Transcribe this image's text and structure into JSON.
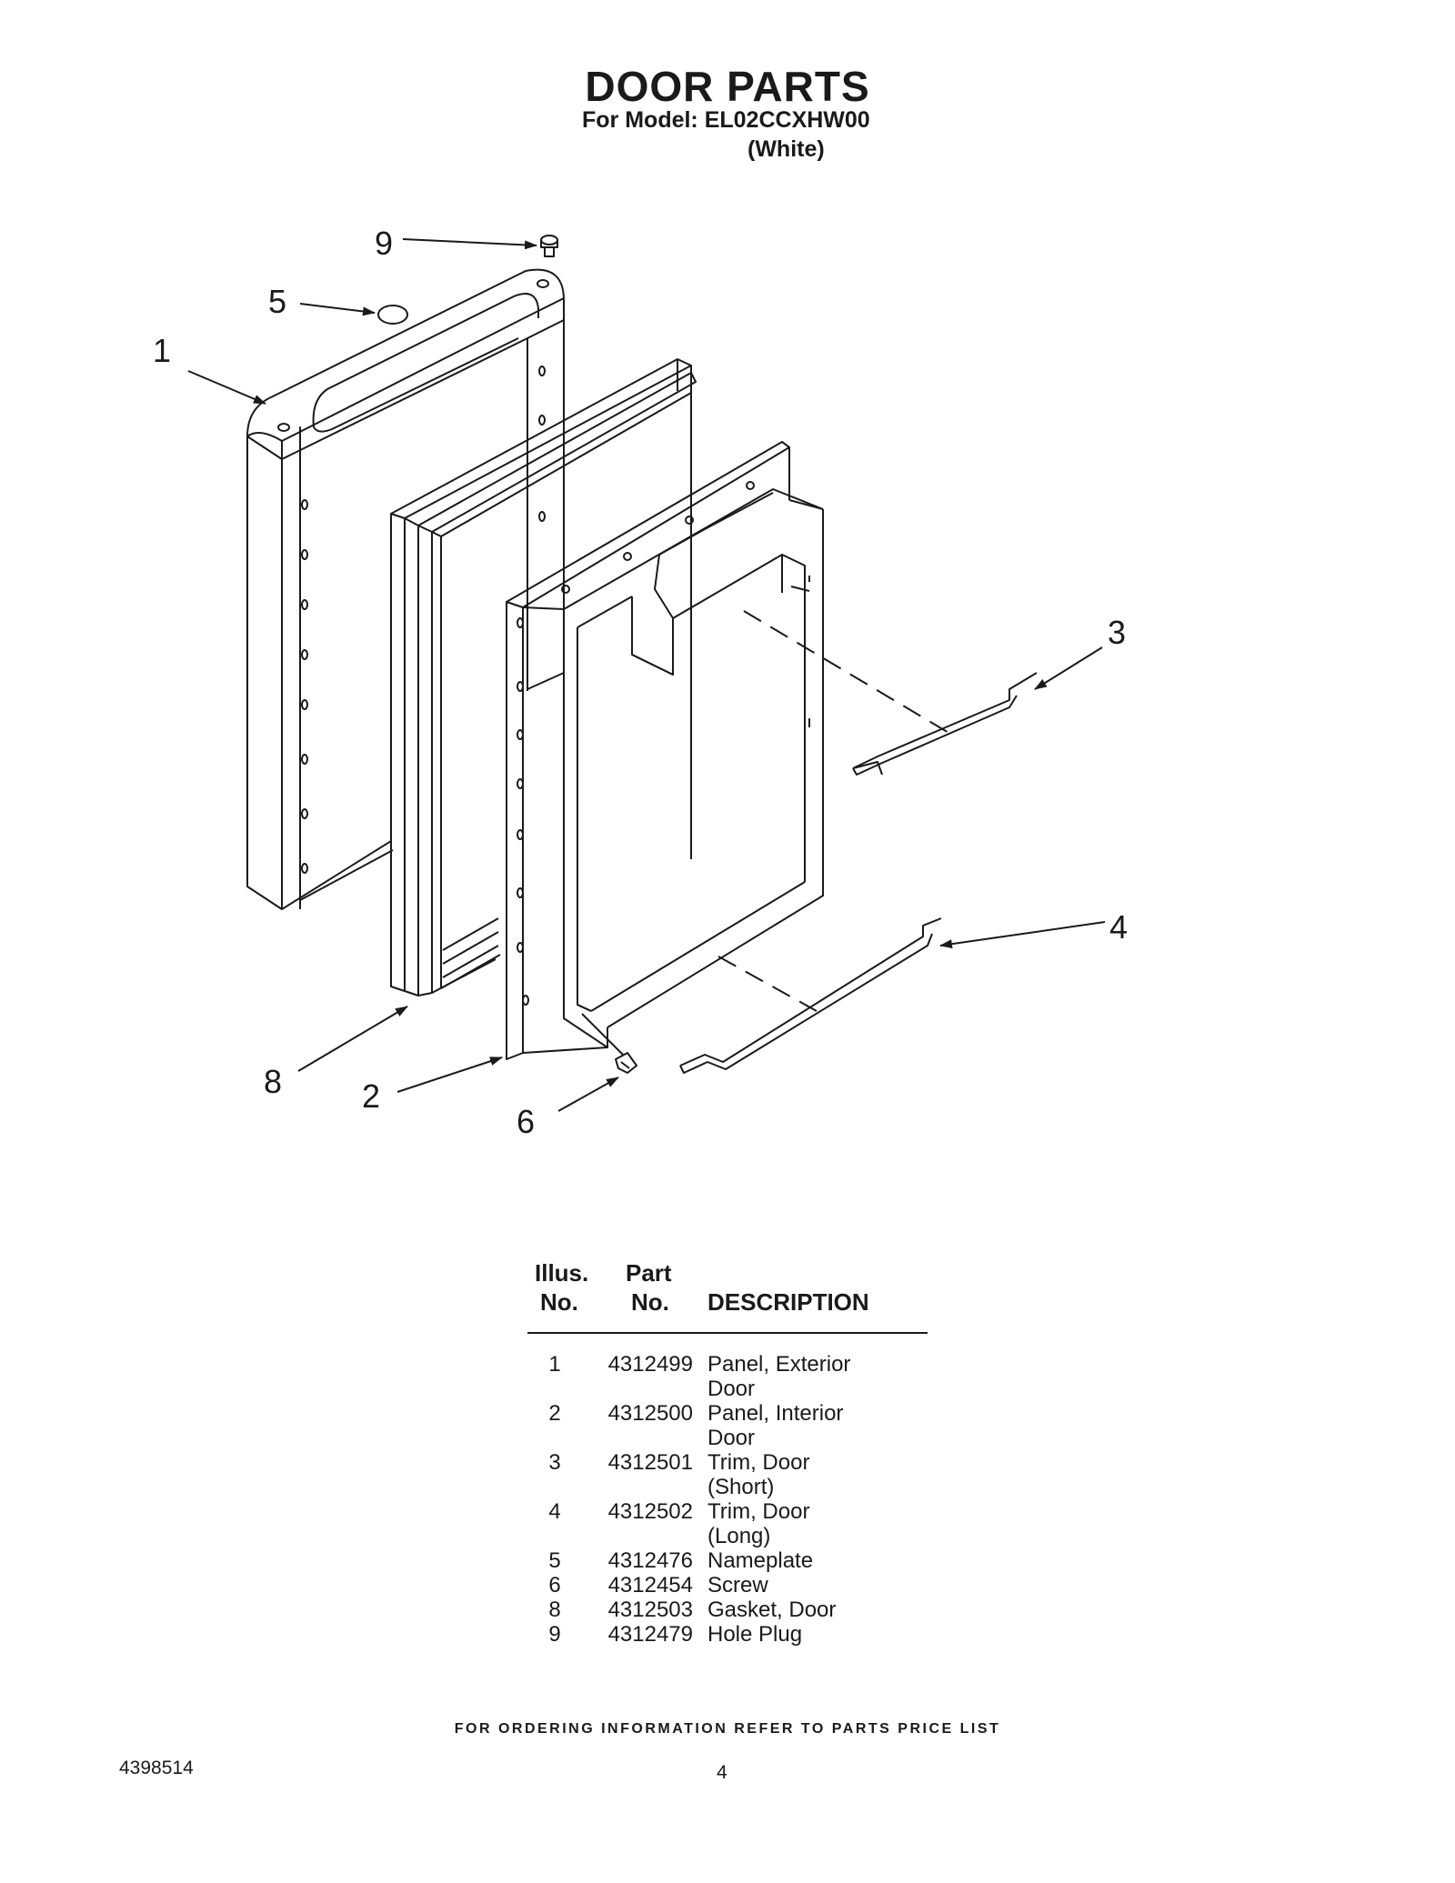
{
  "header": {
    "title": "DOOR PARTS",
    "model": "For Model: EL02CCXHW00",
    "color": "(White)"
  },
  "diagram": {
    "callouts": [
      "9",
      "5",
      "1",
      "3",
      "4",
      "8",
      "2",
      "6"
    ]
  },
  "parts_table": {
    "headers": {
      "illus_1": "Illus.",
      "illus_2": "No.",
      "part_1": "Part",
      "part_2": "No.",
      "description": "DESCRIPTION"
    },
    "rows": [
      {
        "illus": "1",
        "part": "4312499",
        "desc": "Panel, Exterior",
        "desc2": "Door"
      },
      {
        "illus": "2",
        "part": "4312500",
        "desc": "Panel, Interior",
        "desc2": "Door"
      },
      {
        "illus": "3",
        "part": "4312501",
        "desc": "Trim, Door",
        "desc2": "(Short)"
      },
      {
        "illus": "4",
        "part": "4312502",
        "desc": "Trim, Door",
        "desc2": "(Long)"
      },
      {
        "illus": "5",
        "part": "4312476",
        "desc": "Nameplate",
        "desc2": ""
      },
      {
        "illus": "6",
        "part": "4312454",
        "desc": "Screw",
        "desc2": ""
      },
      {
        "illus": "8",
        "part": "4312503",
        "desc": "Gasket, Door",
        "desc2": ""
      },
      {
        "illus": "9",
        "part": "4312479",
        "desc": "Hole Plug",
        "desc2": ""
      }
    ]
  },
  "footer": {
    "ordering_note": "FOR ORDERING INFORMATION REFER TO PARTS PRICE LIST",
    "document_number": "4398514",
    "page_number": "4"
  }
}
